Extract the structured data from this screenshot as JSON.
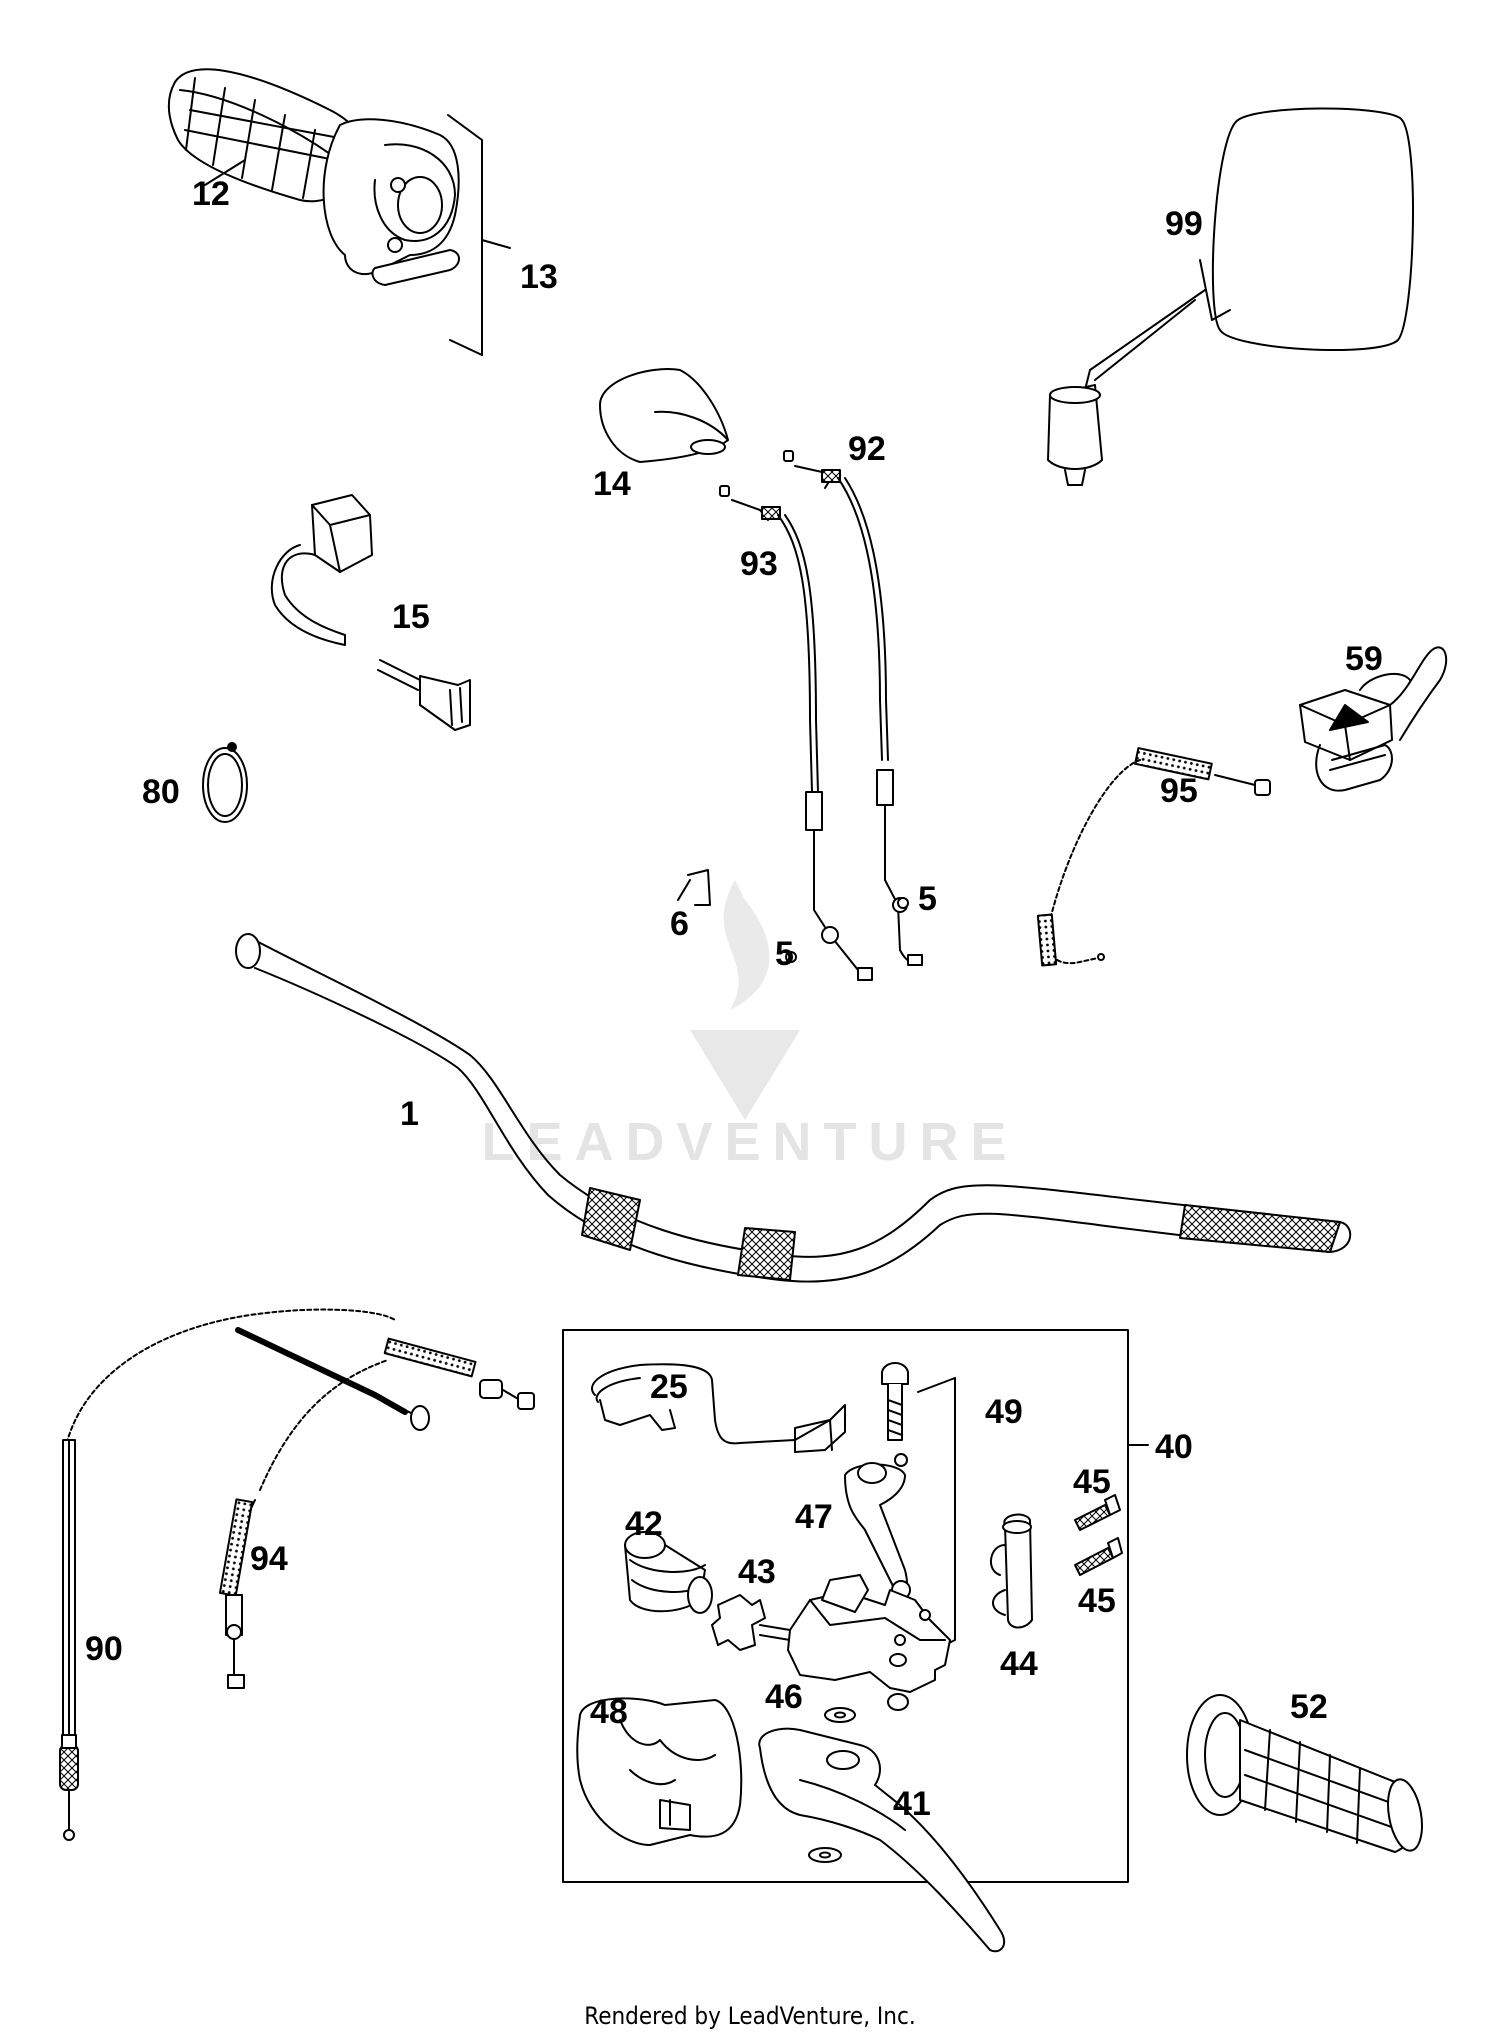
{
  "watermark": {
    "text": "LEADVENTURE"
  },
  "callouts": [
    {
      "id": "12",
      "text": "12"
    },
    {
      "id": "13",
      "text": "13"
    },
    {
      "id": "99",
      "text": "99"
    },
    {
      "id": "14",
      "text": "14"
    },
    {
      "id": "92",
      "text": "92"
    },
    {
      "id": "93",
      "text": "93"
    },
    {
      "id": "15",
      "text": "15"
    },
    {
      "id": "59",
      "text": "59"
    },
    {
      "id": "80",
      "text": "80"
    },
    {
      "id": "95",
      "text": "95"
    },
    {
      "id": "6",
      "text": "6"
    },
    {
      "id": "5a",
      "text": "5"
    },
    {
      "id": "5b",
      "text": "5"
    },
    {
      "id": "1",
      "text": "1"
    },
    {
      "id": "25",
      "text": "25"
    },
    {
      "id": "49",
      "text": "49"
    },
    {
      "id": "40",
      "text": "40"
    },
    {
      "id": "45a",
      "text": "45"
    },
    {
      "id": "47",
      "text": "47"
    },
    {
      "id": "42",
      "text": "42"
    },
    {
      "id": "43",
      "text": "43"
    },
    {
      "id": "45b",
      "text": "45"
    },
    {
      "id": "94",
      "text": "94"
    },
    {
      "id": "44",
      "text": "44"
    },
    {
      "id": "90",
      "text": "90"
    },
    {
      "id": "46",
      "text": "46"
    },
    {
      "id": "52",
      "text": "52"
    },
    {
      "id": "48",
      "text": "48"
    },
    {
      "id": "41",
      "text": "41"
    }
  ],
  "footer": {
    "text": "Rendered by LeadVenture, Inc."
  }
}
